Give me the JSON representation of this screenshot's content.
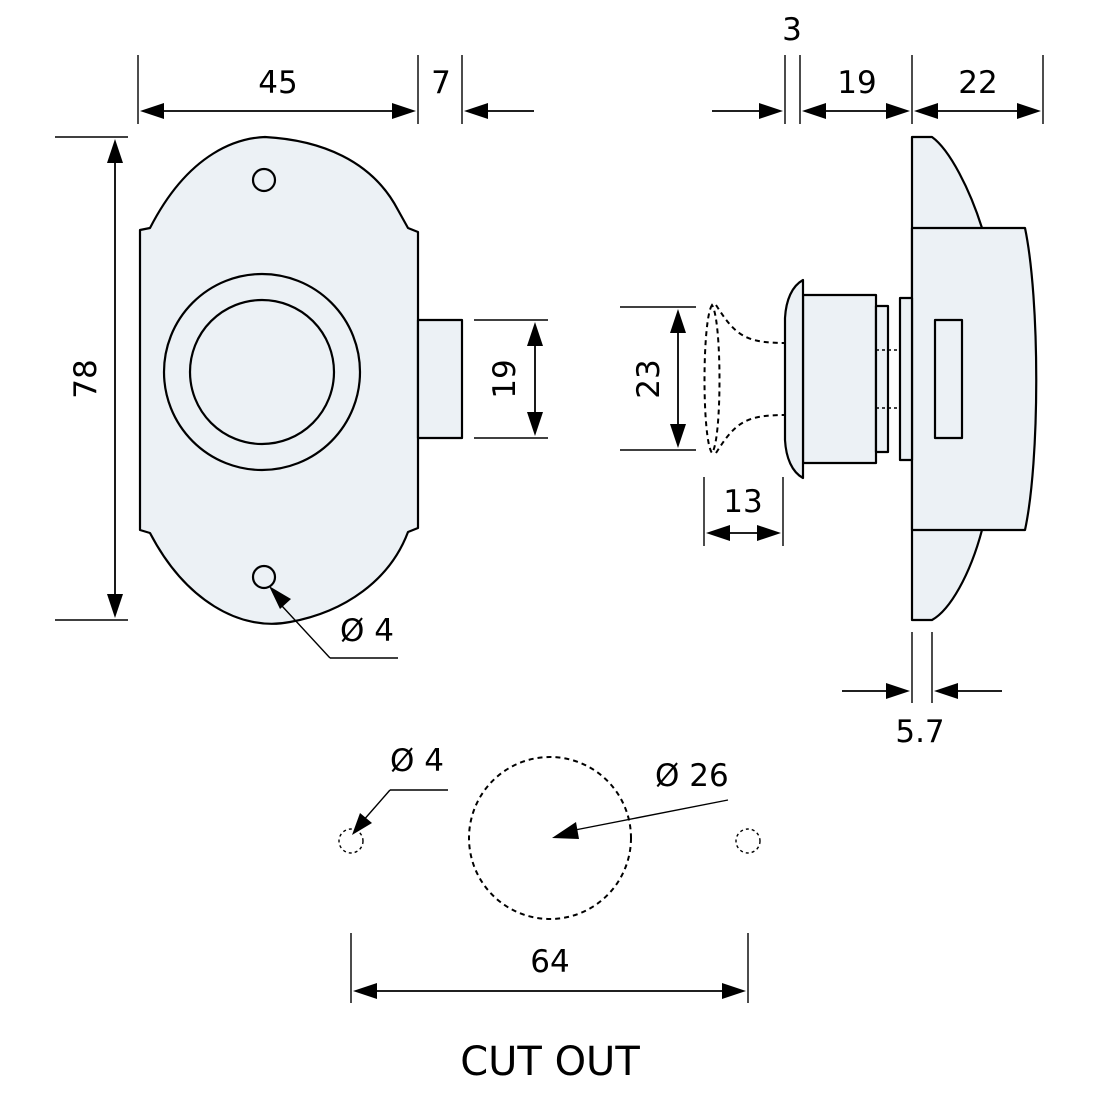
{
  "dimensions": {
    "front_width": "45",
    "bolt_offset": "7",
    "height": "78",
    "bolt_height": "19",
    "hole_dia_front": "Ø 4",
    "back_plate": "3",
    "body_depth": "19",
    "case_depth": "22",
    "knob_dia": "23",
    "knob_depth": "13",
    "flange": "5.7",
    "cutout_hole_dia": "Ø 4",
    "cutout_main_dia": "Ø 26",
    "cutout_spacing": "64"
  },
  "labels": {
    "cutout_title": "CUT OUT"
  },
  "colors": {
    "part_fill": "#ecf1f5",
    "stroke": "#000000"
  }
}
